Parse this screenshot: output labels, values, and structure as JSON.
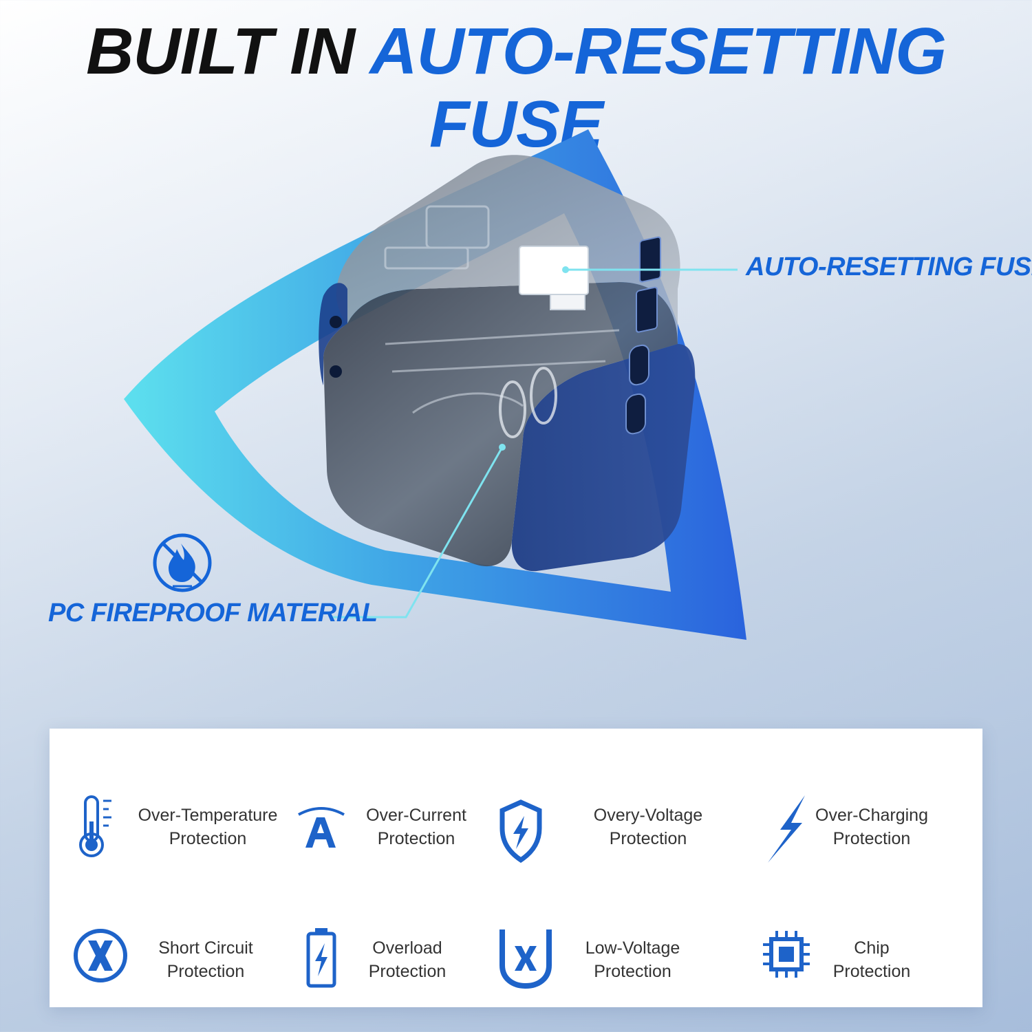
{
  "headline": {
    "part1": "BUILT IN",
    "part2": "AUTO-RESETTING FUSE"
  },
  "callouts": {
    "fuse": "AUTO-RESETTING FUSE",
    "material": "PC FIREPROOF MATERIAL"
  },
  "colors": {
    "accent": "#1565d8",
    "shield_cyan": "#4fd7eb",
    "shield_blue": "#2b6fe0",
    "icon_blue": "#1e63c9"
  },
  "features": [
    {
      "icon": "thermometer-icon",
      "line1": "Over-Temperature",
      "line2": "Protection"
    },
    {
      "icon": "ampere-icon",
      "line1": "Over-Current",
      "line2": "Protection"
    },
    {
      "icon": "shield-bolt-icon",
      "line1": "Overy-Voltage",
      "line2": "Protection"
    },
    {
      "icon": "lightning-icon",
      "line1": "Over-Charging",
      "line2": "Protection"
    },
    {
      "icon": "circle-x-icon",
      "line1": "Short Circuit",
      "line2": "Protection"
    },
    {
      "icon": "battery-bolt-icon",
      "line1": "Overload",
      "line2": "Protection"
    },
    {
      "icon": "low-voltage-icon",
      "line1": "Low-Voltage",
      "line2": "Protection"
    },
    {
      "icon": "chip-icon",
      "line1": "Chip",
      "line2": "Protection"
    }
  ]
}
